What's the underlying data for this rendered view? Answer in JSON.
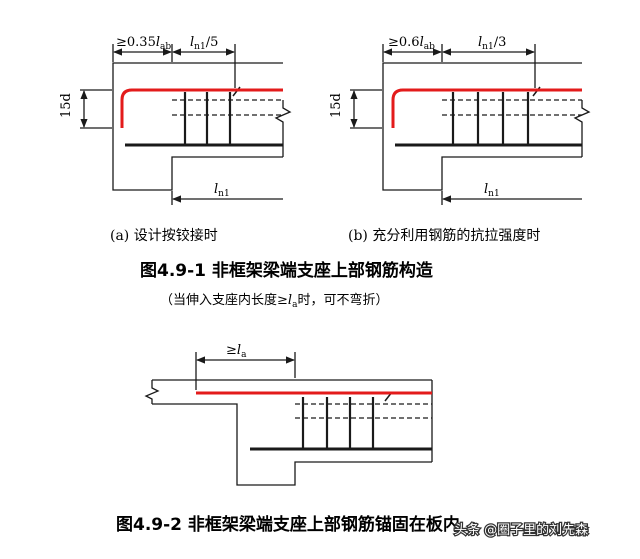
{
  "figure_a": {
    "dim_left_prefix": "≥0.35",
    "dim_left_sym": "l",
    "dim_left_sub": "ab",
    "dim_right_sym": "l",
    "dim_right_sub": "n1",
    "dim_right_suffix": "/5",
    "hook_dim": "15d",
    "bottom_dim_sym": "l",
    "bottom_dim_sub": "n1",
    "caption": "(a) 设计按铰接时"
  },
  "figure_b": {
    "dim_left_prefix": "≥0.6",
    "dim_left_sym": "l",
    "dim_left_sub": "ab",
    "dim_right_sym": "l",
    "dim_right_sub": "n1",
    "dim_right_suffix": "/3",
    "hook_dim": "15d",
    "bottom_dim_sym": "l",
    "bottom_dim_sub": "n1",
    "caption": "(b) 充分利用钢筋的抗拉强度时"
  },
  "title_491": "图4.9-1 非框架梁端支座上部钢筋构造",
  "note_491": {
    "before": "（当伸入支座内长度≥",
    "sym": "l",
    "sub": "a",
    "after": "时，可不弯折）"
  },
  "figure_c": {
    "dim_prefix": "≥",
    "dim_sym": "l",
    "dim_sub": "a"
  },
  "title_492": "图4.9-2 非框架梁端支座上部钢筋锚固在板内",
  "watermark": "头条 @圈子里的刘先森",
  "colors": {
    "rebar": "#e31b1b",
    "line": "#1a1a1a"
  }
}
